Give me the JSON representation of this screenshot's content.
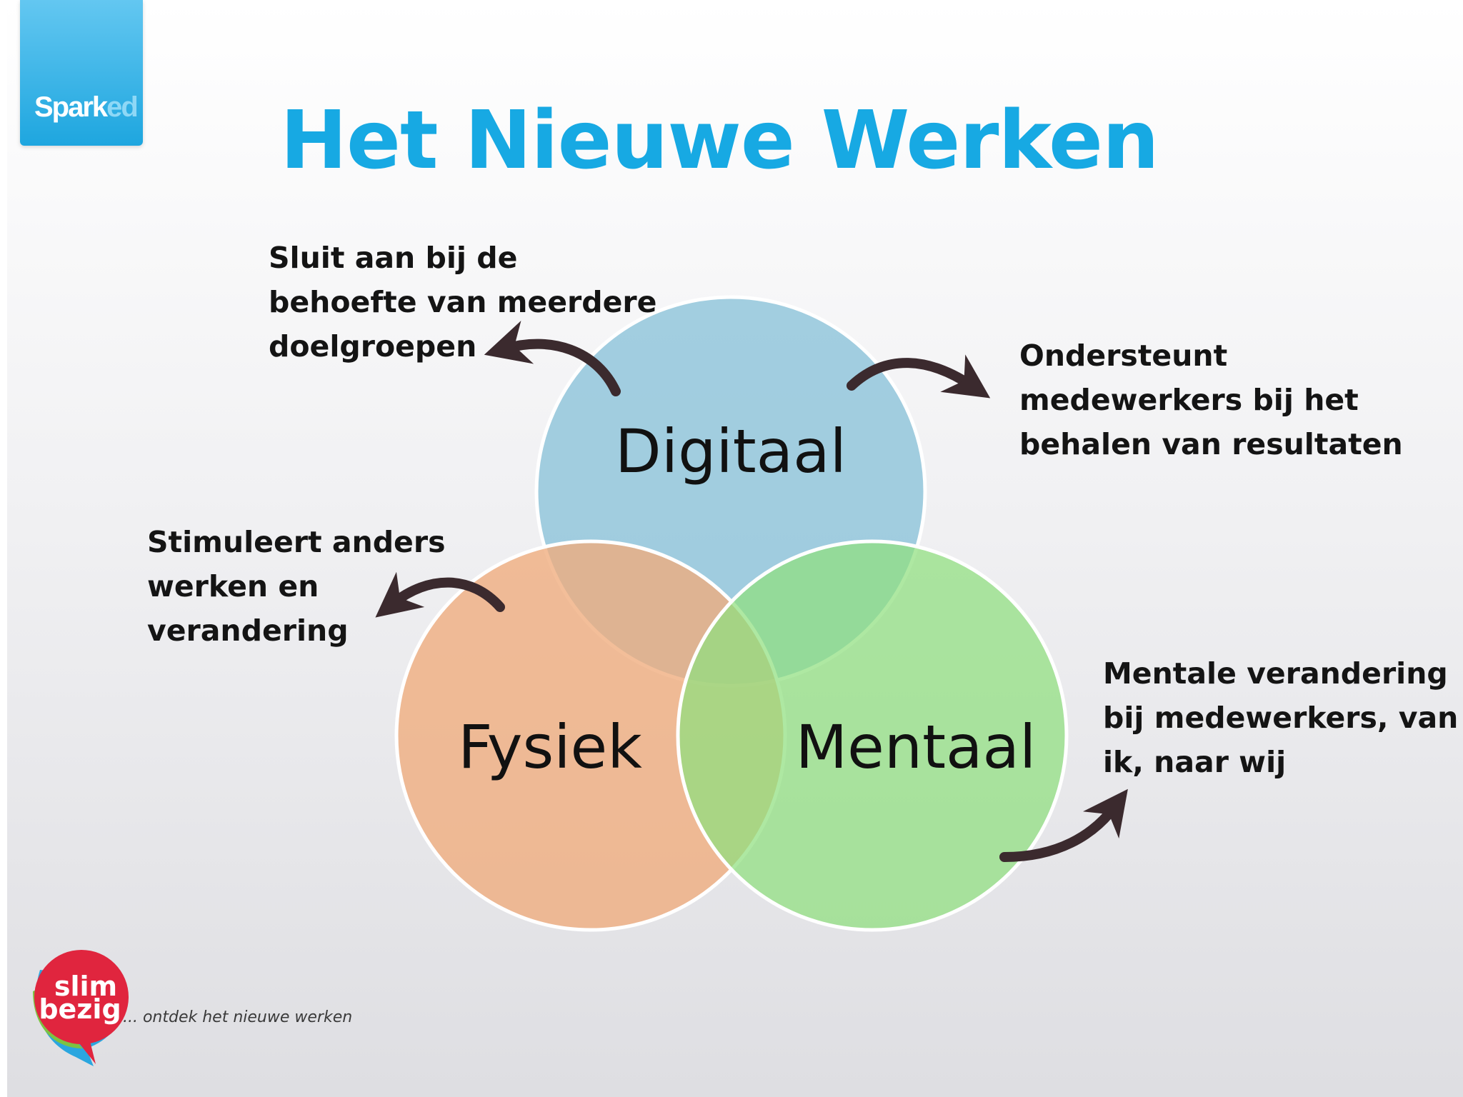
{
  "logos": {
    "spark": {
      "name": "Spark",
      "suffix": "ed"
    },
    "slim": {
      "line1": "slim",
      "line2": "bezig",
      "tagline": "... ontdek het nieuwe werken"
    }
  },
  "title": "Het Nieuwe Werken",
  "circles": [
    {
      "id": "digitaal",
      "label": "Digitaal",
      "color": "#8fc4da"
    },
    {
      "id": "fysiek",
      "label": "Fysiek",
      "color": "#efac7c"
    },
    {
      "id": "mentaal",
      "label": "Mentaal",
      "color": "#8fdf7e"
    }
  ],
  "notes": [
    {
      "id": "doelgroepen",
      "text": "Sluit aan bij de\nbehoefte van meerdere\ndoelgroepen"
    },
    {
      "id": "resultaten",
      "text": "Ondersteunt\nmedewerkers bij het\nbehalen van resultaten"
    },
    {
      "id": "verandering",
      "text": "Stimuleert anders\nwerken en\nverandering"
    },
    {
      "id": "mentaal",
      "text": "Mentale verandering\nbij medewerkers, van\nik, naar wij"
    }
  ],
  "colors": {
    "title": "#17a9e3",
    "arrow": "#3b2a2e",
    "slim_red": "#e0253e",
    "slim_green": "#7dc242",
    "slim_blue": "#2aa6df"
  }
}
